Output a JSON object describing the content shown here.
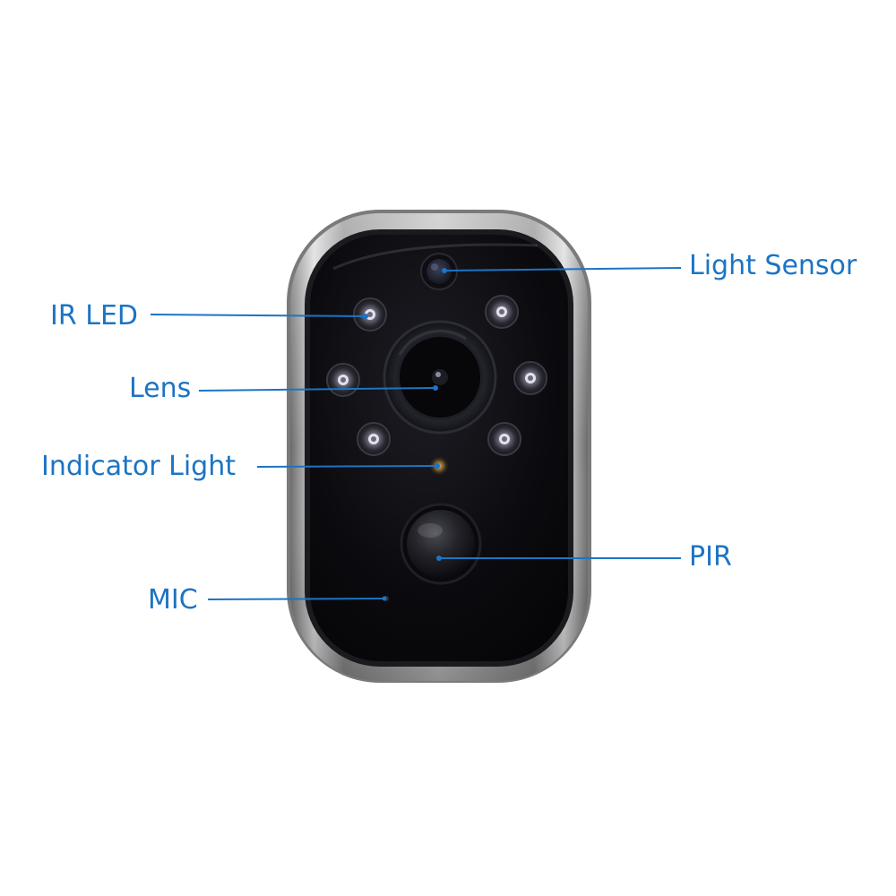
{
  "accent_color": "#1c74c4",
  "callouts": {
    "ir_led": "IR LED",
    "lens": "Lens",
    "indicator_light": "Indicator Light",
    "mic": "MIC",
    "light_sensor": "Light Sensor",
    "pir": "PIR"
  },
  "device": {
    "name": "battery-security-camera",
    "icons": [
      "ir-led-icon",
      "lens-icon",
      "light-sensor-icon",
      "pir-sensor-icon",
      "microphone-hole-icon",
      "indicator-light-icon"
    ]
  }
}
